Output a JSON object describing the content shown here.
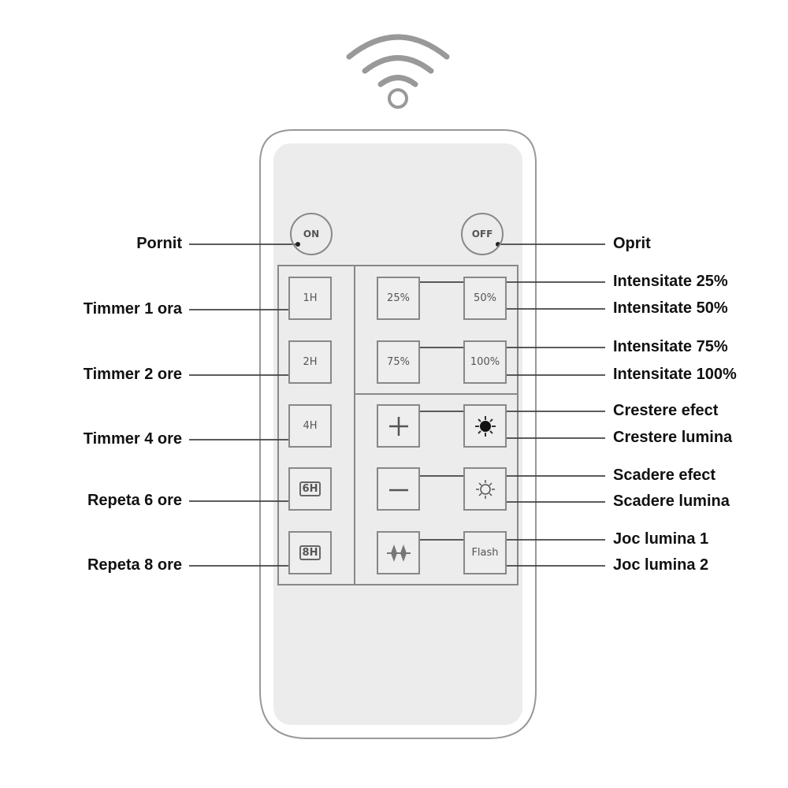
{
  "buttons": {
    "on": "ON",
    "off": "OFF",
    "timers": [
      "1H",
      "2H",
      "4H",
      "6H",
      "8H"
    ],
    "levels": [
      "25%",
      "50%",
      "75%",
      "100%"
    ],
    "flash": "Flash"
  },
  "labels_left": [
    "Pornit",
    "Timmer 1 ora",
    "Timmer 2 ore",
    "Timmer 4 ore",
    "Repeta 6 ore",
    "Repeta 8 ore"
  ],
  "labels_right": [
    "Oprit",
    "Intensitate 25%",
    "Intensitate 50%",
    "Intensitate 75%",
    "Intensitate 100%",
    "Crestere efect",
    "Crestere lumina",
    "Scadere efect",
    "Scadere lumina",
    "Joc lumina 1",
    "Joc lumina 2"
  ],
  "icons": [
    "wifi-signal-icon",
    "plus-icon",
    "sun-filled-icon",
    "minus-icon",
    "sun-outline-icon",
    "light-effect-icon"
  ]
}
